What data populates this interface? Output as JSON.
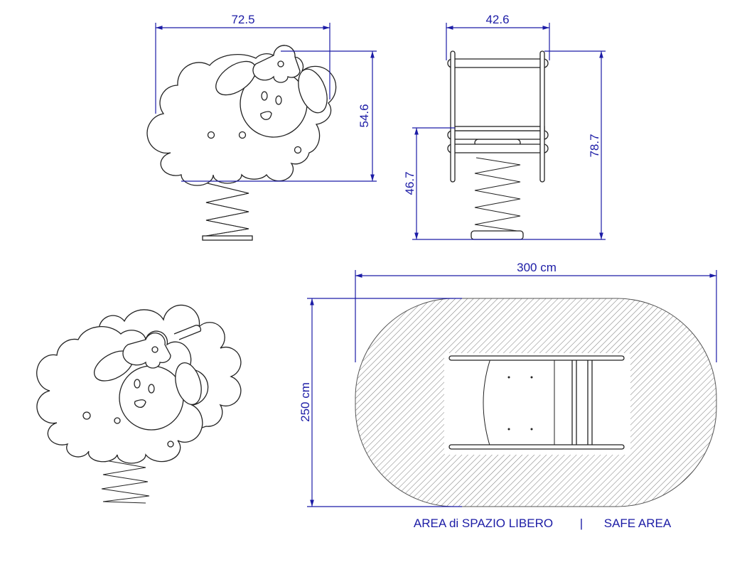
{
  "side_view": {
    "width_label": "72.5",
    "height_label": "54.6"
  },
  "front_view": {
    "width_label": "42.6",
    "total_height_label": "78.7",
    "seat_height_label": "46.7"
  },
  "plan_view": {
    "length_label": "300 cm",
    "width_label": "250 cm"
  },
  "caption": {
    "italian": "AREA di SPAZIO LIBERO",
    "separator": "|",
    "english": "SAFE AREA"
  },
  "colors": {
    "dimension": "#1c1ca6",
    "line": "#222222"
  }
}
